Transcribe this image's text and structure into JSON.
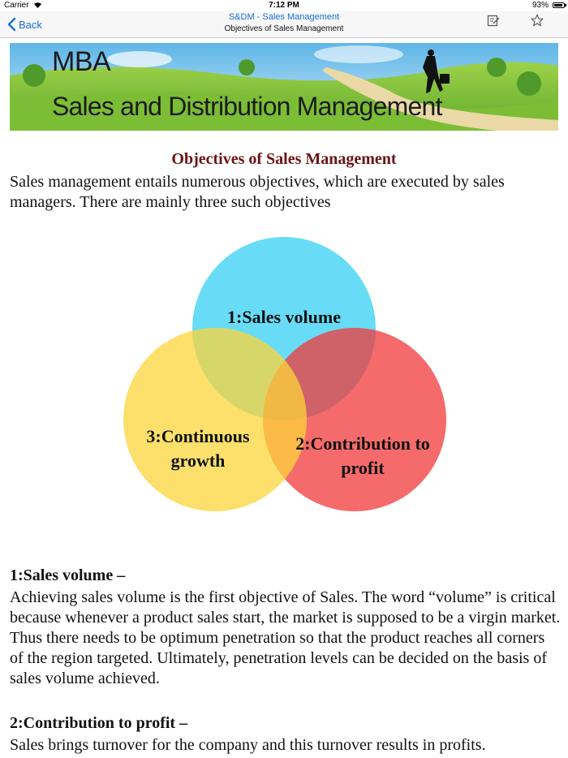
{
  "status_bar": {
    "carrier": "Carrier",
    "time": "7:12 PM",
    "battery": "93%",
    "battery_level": 0.93
  },
  "nav": {
    "back_label": "Back",
    "title": "S&DM - Sales Management",
    "subtitle": "Objectives of Sales Management",
    "icons": [
      "edit-icon",
      "star-icon"
    ]
  },
  "banner": {
    "line1": "MBA",
    "line2": "Sales and Distribution Management"
  },
  "article": {
    "title": "Objectives of Sales Management",
    "intro": "Sales management entails numerous objectives, which are executed by sales managers. There are mainly three such objectives",
    "diagram": {
      "circles": [
        {
          "label_line1": "1:Sales volume",
          "label_line2": "",
          "color": "#4dd6f5"
        },
        {
          "label_line1": "2:Contribution to",
          "label_line2": "profit",
          "color": "#f23a3a"
        },
        {
          "label_line1": "3:Continuous",
          "label_line2": "growth",
          "color": "#fcd63a"
        }
      ]
    },
    "sections": [
      {
        "heading": "1:Sales volume –",
        "body": "Achieving sales volume is the first objective of Sales. The word “volume” is critical because whenever a product sales start, the market is supposed to be a virgin market. Thus there needs to be optimum penetration so that the product reaches all corners of the region targeted. Ultimately, penetration levels can be decided on the basis of sales volume achieved."
      },
      {
        "heading": "2:Contribution to profit –",
        "body": "Sales brings turnover for the company and this turnover results in profits."
      }
    ]
  },
  "colors": {
    "accent": "#1a6fd6",
    "title": "#6b1414"
  }
}
